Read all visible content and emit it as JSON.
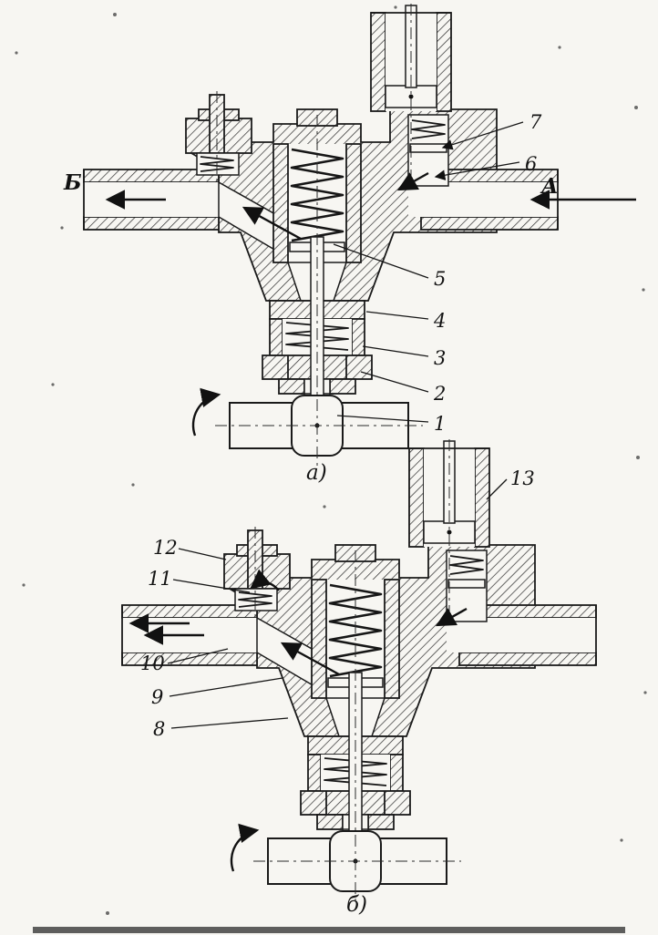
{
  "figure": {
    "paper_color": "#f7f6f2",
    "ink_color": "#1a1a1a",
    "views": [
      {
        "name": "a",
        "caption": "а)",
        "port_labels": {
          "out": "Б",
          "in": "А"
        },
        "callouts": [
          "7",
          "6",
          "5",
          "4",
          "3",
          "2",
          "1"
        ]
      },
      {
        "name": "b",
        "caption": "б)",
        "callouts": [
          "13",
          "12",
          "11",
          "10",
          "9",
          "8"
        ]
      }
    ]
  }
}
